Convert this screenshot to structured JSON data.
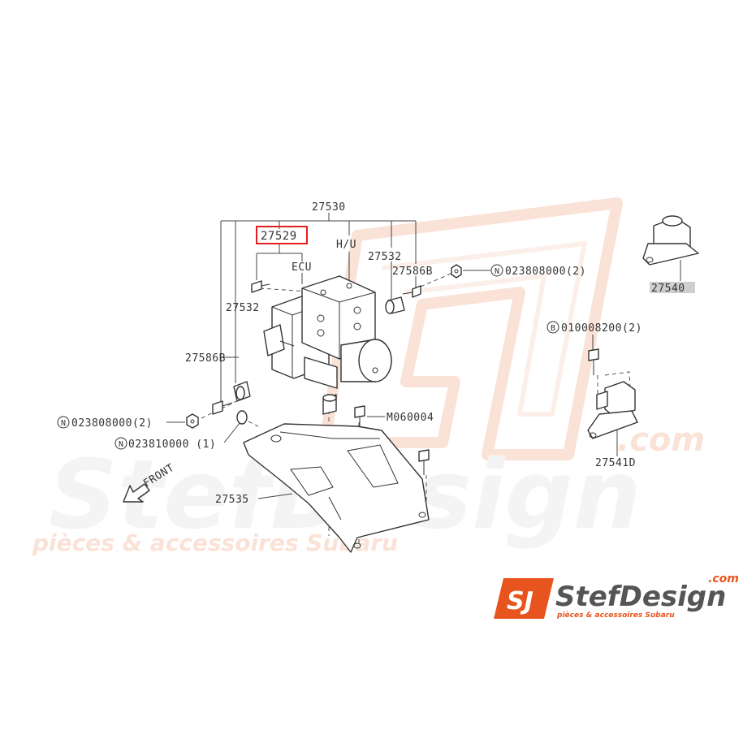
{
  "labels": {
    "assembly": "27530",
    "highlighted_part": "27529",
    "hu": "H/U",
    "ecu": "ECU",
    "bushing_right": "27532",
    "bushing_left": "27532",
    "bolt_right": "27586B",
    "bolt_left": "27586B",
    "nut_right_code": "023808000(2)",
    "nut_left_code": "023808000(2)",
    "nut_lower_code": "023810000 (1)",
    "bolt_m": "M060004",
    "bracket": "27535",
    "sensor_top": "27540",
    "bolt_b_code": "010008200(2)",
    "sensor_bottom": "27541D",
    "front": "FRONT"
  },
  "circle_letters": {
    "nut": "N",
    "bolt": "B"
  },
  "watermark": {
    "brand": "StefDesign",
    "tld": ".com",
    "tagline": "pièces & accessoires Subaru",
    "logo_mark": "SJ"
  },
  "logo": {
    "name": "StefDesign",
    "tld": ".com",
    "tagline": "pièces & accessoires Subaru",
    "mark": "SJ",
    "color": "#e8541e"
  },
  "colors": {
    "highlight": "#e02020",
    "watermark": "#f2d9cc",
    "brand": "#e8541e"
  }
}
